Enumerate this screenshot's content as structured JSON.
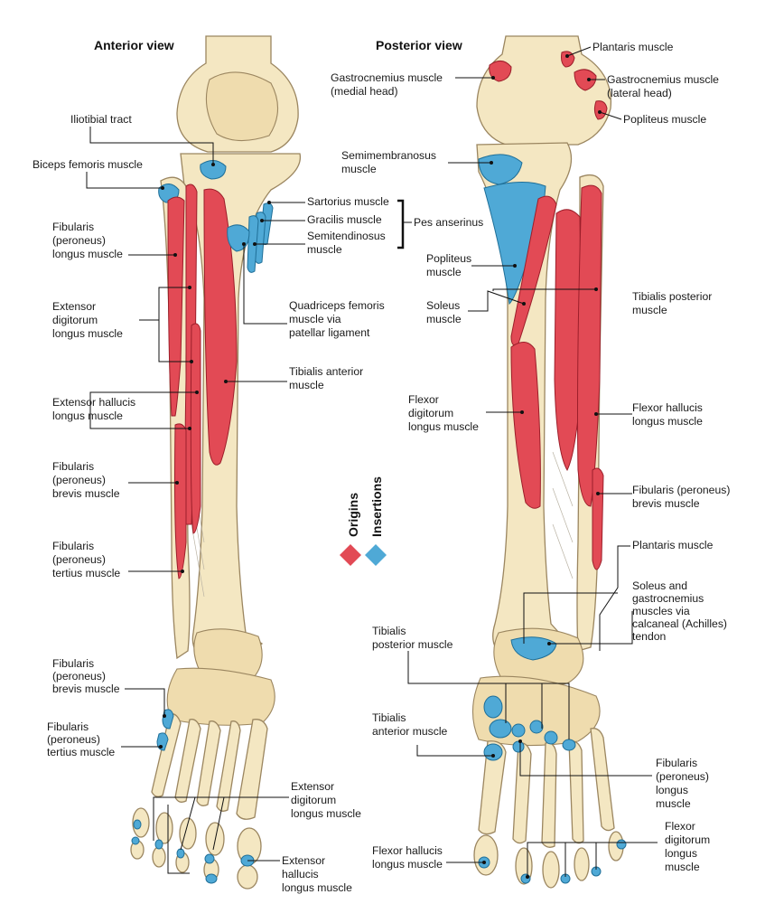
{
  "colors": {
    "origins": "#e24a55",
    "insertions": "#4fa9d6",
    "bone": "#f4e7c2"
  },
  "legend": {
    "origins": "Origins",
    "insertions": "Insertions"
  },
  "anterior": {
    "title": "Anterior view",
    "iliotibial": "Iliotibial tract",
    "biceps": "Biceps femoris muscle",
    "fib_longus": [
      "Fibularis",
      "(peroneus)",
      "longus muscle"
    ],
    "ext_dig": [
      "Extensor",
      "digitorum",
      "longus muscle"
    ],
    "ext_hal": [
      "Extensor hallucis",
      "longus muscle"
    ],
    "fib_brevis": [
      "Fibularis",
      "(peroneus)",
      "brevis muscle"
    ],
    "fib_tertius": [
      "Fibularis",
      "(peroneus)",
      "tertius muscle"
    ],
    "sartorius": "Sartorius muscle",
    "gracilis": "Gracilis muscle",
    "semitend": [
      "Semitendinosus",
      "muscle"
    ],
    "pes": "Pes anserinus",
    "quadriceps": [
      "Quadriceps femoris",
      "muscle via",
      "patellar ligament"
    ],
    "tib_ant": [
      "Tibialis anterior",
      "muscle"
    ],
    "foot_fib_brevis": [
      "Fibularis",
      "(peroneus)",
      "brevis muscle"
    ],
    "foot_fib_tertius": [
      "Fibularis",
      "(peroneus)",
      "tertius muscle"
    ],
    "foot_ext_dig": [
      "Extensor",
      "digitorum",
      "longus muscle"
    ],
    "foot_ext_hal": [
      "Extensor",
      "hallucis",
      "longus muscle"
    ]
  },
  "posterior": {
    "title": "Posterior view",
    "plantaris_top": "Plantaris muscle",
    "gastro_medial": [
      "Gastrocnemius muscle",
      "(medial head)"
    ],
    "gastro_lateral": [
      "Gastrocnemius muscle",
      "(lateral head)"
    ],
    "popliteus_top": "Popliteus muscle",
    "semimem": [
      "Semimembranosus",
      "muscle"
    ],
    "popliteus": [
      "Popliteus",
      "muscle"
    ],
    "soleus": [
      "Soleus",
      "muscle"
    ],
    "tib_post": [
      "Tibialis posterior",
      "muscle"
    ],
    "flex_dig": [
      "Flexor",
      "digitorum",
      "longus muscle"
    ],
    "flex_hal": [
      "Flexor hallucis",
      "longus muscle"
    ],
    "fib_brevis": [
      "Fibularis (peroneus)",
      "brevis muscle"
    ],
    "plantaris": "Plantaris muscle",
    "soleus_gastro": [
      "Soleus and",
      "gastrocnemius",
      "muscles via",
      "calcaneal (Achilles)",
      "tendon"
    ],
    "tib_post_foot": [
      "Tibialis",
      "posterior muscle"
    ],
    "tib_ant_foot": [
      "Tibialis",
      "anterior muscle"
    ],
    "fib_longus_foot": [
      "Fibularis",
      "(peroneus)",
      "longus",
      "muscle"
    ],
    "flex_hal_foot": [
      "Flexor hallucis",
      "longus muscle"
    ],
    "flex_dig_foot": [
      "Flexor",
      "digitorum",
      "longus",
      "muscle"
    ]
  }
}
